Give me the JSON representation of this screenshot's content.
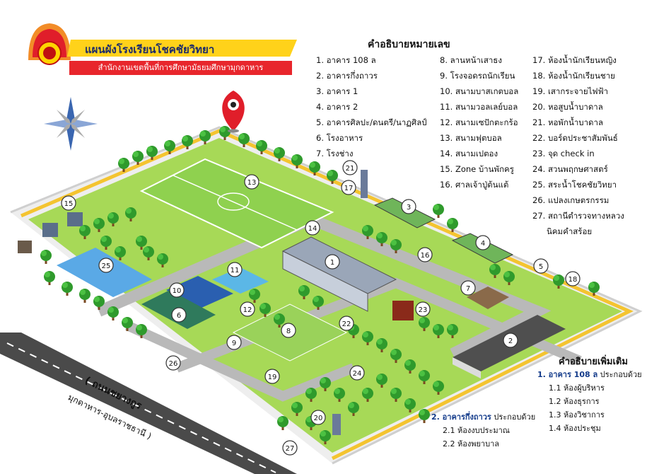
{
  "header": {
    "title": "แผนผังโรงเรียนโชคชัยวิทยา",
    "subtitle": "สำนักงานเขตพื้นที่การศึกษามัธยมศึกษามุกดาหาร"
  },
  "legend": {
    "title": "คำอธิบายหมายเลข",
    "col1": [
      "1. อาคาร 108 ล",
      "2. อาคารกึ่งถาวร",
      "3. อาคาร 1",
      "4. อาคาร 2",
      "5. อาคารศิลปะ/ดนตรี/นาฏศิลป์",
      "6. โรงอาหาร",
      "7. โรงช่าง"
    ],
    "col2": [
      "8. ลานหน้าเสาธง",
      "9. โรงจอดรถนักเรียน",
      "10. สนามบาสเกตบอล",
      "11. สนามวอลเลย์บอล",
      "12. สนามเซปักตะกร้อ",
      "13. สนามฟุตบอล",
      "14. สนามเปตอง",
      "15. Zone บ้านพักครู",
      "16. ศาลเจ้าปู่ต้นแต้"
    ],
    "col3": [
      "17. ห้องน้ำนักเรียนหญิง",
      "18. ห้องน้ำนักเรียนชาย",
      "19. เสากระจายไฟฟ้า",
      "20. หอสูบน้ำบาดาล",
      "21. หอพักน้ำบาดาล",
      "22. บอร์ดประชาสัมพันธ์",
      "23. จุด check in",
      "24. สวนพฤกษศาสตร์",
      "25. สระน้ำโชคชัยวิทยา",
      "26. แปลงเกษตรกรรม",
      "27. สถานีตำรวจทางหลวง",
      "นิคมคำสร้อย"
    ]
  },
  "extra": {
    "title": "คำอธิบายเพิ่มเติม",
    "b1_main": "1. อาคาร 108 ล",
    "b1_suffix": " ประกอบด้วย",
    "b1_items": [
      "1.1 ห้องผู้บริหาร",
      "1.2 ห้องธุรการ",
      "1.3 ห้องวิชาการ",
      "1.4 ห้องประชุม"
    ],
    "b2_main": "2. อาคารกึ่งถาวร",
    "b2_suffix": " ประกอบด้วย",
    "b2_items": [
      "2.1 ห้องงบประมาณ",
      "2.2 ห้องพยาบาล"
    ]
  },
  "road": {
    "name": "( ถนนชยางกูร",
    "direction": "มุกดาหาร-อุบลราชธานี )"
  },
  "markers": [
    "1",
    "2",
    "3",
    "4",
    "5",
    "6",
    "7",
    "8",
    "9",
    "10",
    "11",
    "12",
    "13",
    "14",
    "15",
    "16",
    "17",
    "18",
    "19",
    "20",
    "21",
    "22",
    "23",
    "24",
    "25",
    "26",
    "27"
  ],
  "colors": {
    "grass": "#8fd14f",
    "pavement": "#b9b9b9",
    "road": "#4a4a4a",
    "yellow_line": "#f4c430",
    "pool": "#5aa9e6",
    "pin": "#e01e2a",
    "title_bar": "#e8262c",
    "title_text": "#1b2a6b"
  },
  "icons": [
    "school-emblem-icon",
    "compass-rose-icon",
    "location-pin-icon",
    "tree-icon",
    "building-icon",
    "thai-flag-icon"
  ]
}
